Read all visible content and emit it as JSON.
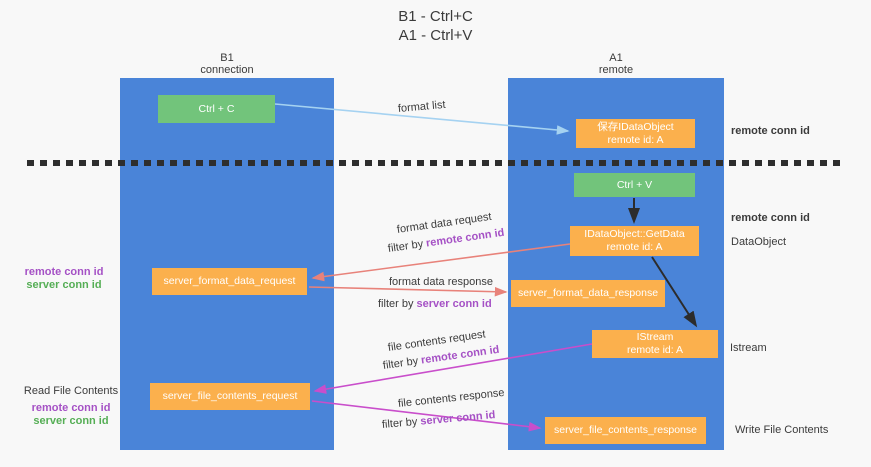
{
  "title": {
    "line1": "B1 - Ctrl+C",
    "line2": "A1 - Ctrl+V"
  },
  "columns": {
    "left": {
      "name": "B1",
      "role": "connection"
    },
    "right": {
      "name": "A1",
      "role": "remote"
    }
  },
  "boxes": {
    "ctrl_c": "Ctrl + C",
    "ctrl_v": "Ctrl + V",
    "save_idataobject": {
      "line1": "保存IDataObject",
      "line2": "remote id: A"
    },
    "getdata": {
      "line1": "IDataObject::GetData",
      "line2": "remote id: A"
    },
    "istream": {
      "line1": "IStream",
      "line2": "remote id: A"
    },
    "format_request": "server_format_data_request",
    "format_response": "server_format_data_response",
    "file_request": "server_file_contents_request",
    "file_response": "server_file_contents_response"
  },
  "flow_labels": {
    "format_list": "format list",
    "format_data_request": "format data request",
    "format_data_response": "format data response",
    "file_contents_request": "file contents request",
    "file_contents_response": "file contents response",
    "filter_by": "filter by ",
    "remote_conn_id": "remote conn id",
    "server_conn_id": "server conn id"
  },
  "side_labels": {
    "left_remote_conn_id": "remote conn id",
    "left_server_conn_id": "server conn id",
    "read_file_contents": "Read File Contents",
    "read_remote_conn_id": "remote conn id",
    "read_server_conn_id": "server conn id",
    "right_remote_conn_id_top": "remote conn id",
    "right_remote_conn_id_mid": "remote conn id",
    "dataobject": "DataObject",
    "istream": "Istream",
    "write_file_contents": "Write File Contents"
  },
  "colors": {
    "background": "#f8f8f8",
    "column_blue": "#4a84d8",
    "box_green": "#72c47b",
    "box_orange": "#fbb04d",
    "text_dark": "#3b3b3b",
    "text_purple": "#a551c5",
    "text_green": "#55ae55",
    "arrow_light_blue": "#a5d2f1",
    "arrow_red": "#e8827a",
    "arrow_magenta": "#c94ecb",
    "arrow_black": "#2c2c2c"
  }
}
